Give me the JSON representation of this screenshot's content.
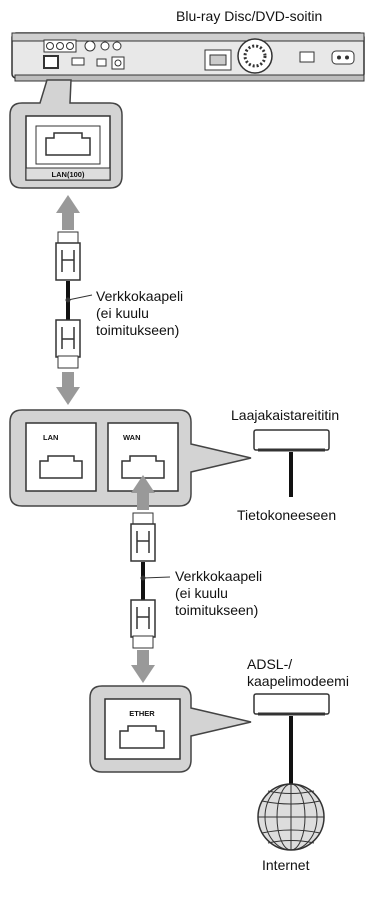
{
  "player": {
    "title": "Blu-ray Disc/DVD-soitin",
    "port_label": "LAN(100)"
  },
  "cable_1": {
    "line1": "Verkkokaapeli",
    "line2": "(ei kuulu",
    "line3": "toimitukseen)"
  },
  "router": {
    "title": "Laajakaistareititin",
    "lan_label": "LAN",
    "wan_label": "WAN",
    "to_computer": "Tietokoneeseen"
  },
  "cable_2": {
    "line1": "Verkkokaapeli",
    "line2": "(ei kuulu",
    "line3": "toimitukseen)"
  },
  "modem": {
    "line1": "ADSL-/",
    "line2": "kaapelimodeemi",
    "port_label": "ETHER"
  },
  "internet": {
    "label": "Internet"
  },
  "colors": {
    "callout_fill": "#d3d3d3",
    "arrow_fill": "#999999",
    "stroke": "#333333"
  }
}
